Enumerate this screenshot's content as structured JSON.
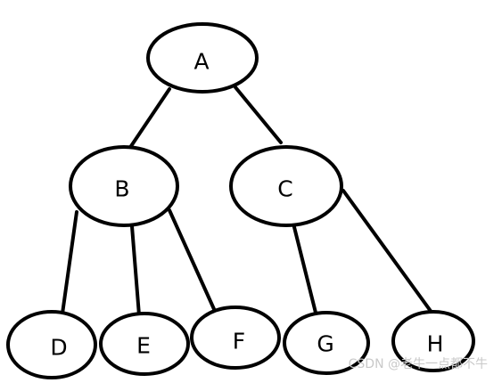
{
  "tree": {
    "nodes": [
      {
        "id": "A",
        "label": "A"
      },
      {
        "id": "B",
        "label": "B"
      },
      {
        "id": "C",
        "label": "C"
      },
      {
        "id": "D",
        "label": "D"
      },
      {
        "id": "E",
        "label": "E"
      },
      {
        "id": "F",
        "label": "F"
      },
      {
        "id": "G",
        "label": "G"
      },
      {
        "id": "H",
        "label": "H"
      }
    ],
    "edges": [
      {
        "from": "A",
        "to": "B"
      },
      {
        "from": "A",
        "to": "C"
      },
      {
        "from": "B",
        "to": "D"
      },
      {
        "from": "B",
        "to": "E"
      },
      {
        "from": "B",
        "to": "F"
      },
      {
        "from": "C",
        "to": "G"
      },
      {
        "from": "C",
        "to": "H"
      }
    ],
    "line_color": "#000000",
    "node_fill": "#ffffff"
  },
  "watermark": {
    "text": "CSDN @老牛一点都不牛"
  }
}
